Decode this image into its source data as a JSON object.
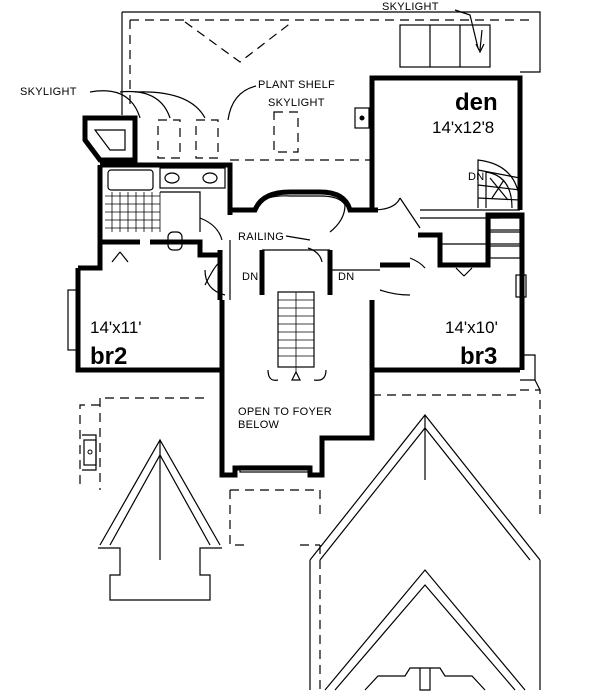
{
  "labels": {
    "skylight_top": "SKYLIGHT",
    "skylight_left": "SKYLIGHT",
    "plant_shelf": "PLANT SHELF",
    "skylight_center": "SKYLIGHT",
    "railing": "RAILING",
    "dn_left": "DN",
    "dn_right": "DN",
    "dn_den": "DN",
    "open_to_foyer_1": "OPEN TO FOYER",
    "open_to_foyer_2": "BELOW"
  },
  "rooms": {
    "den": {
      "name": "den",
      "size": "14'x12'8"
    },
    "br2": {
      "name": "br2",
      "size": "14'x11'"
    },
    "br3": {
      "name": "br3",
      "size": "14'x10'"
    }
  }
}
